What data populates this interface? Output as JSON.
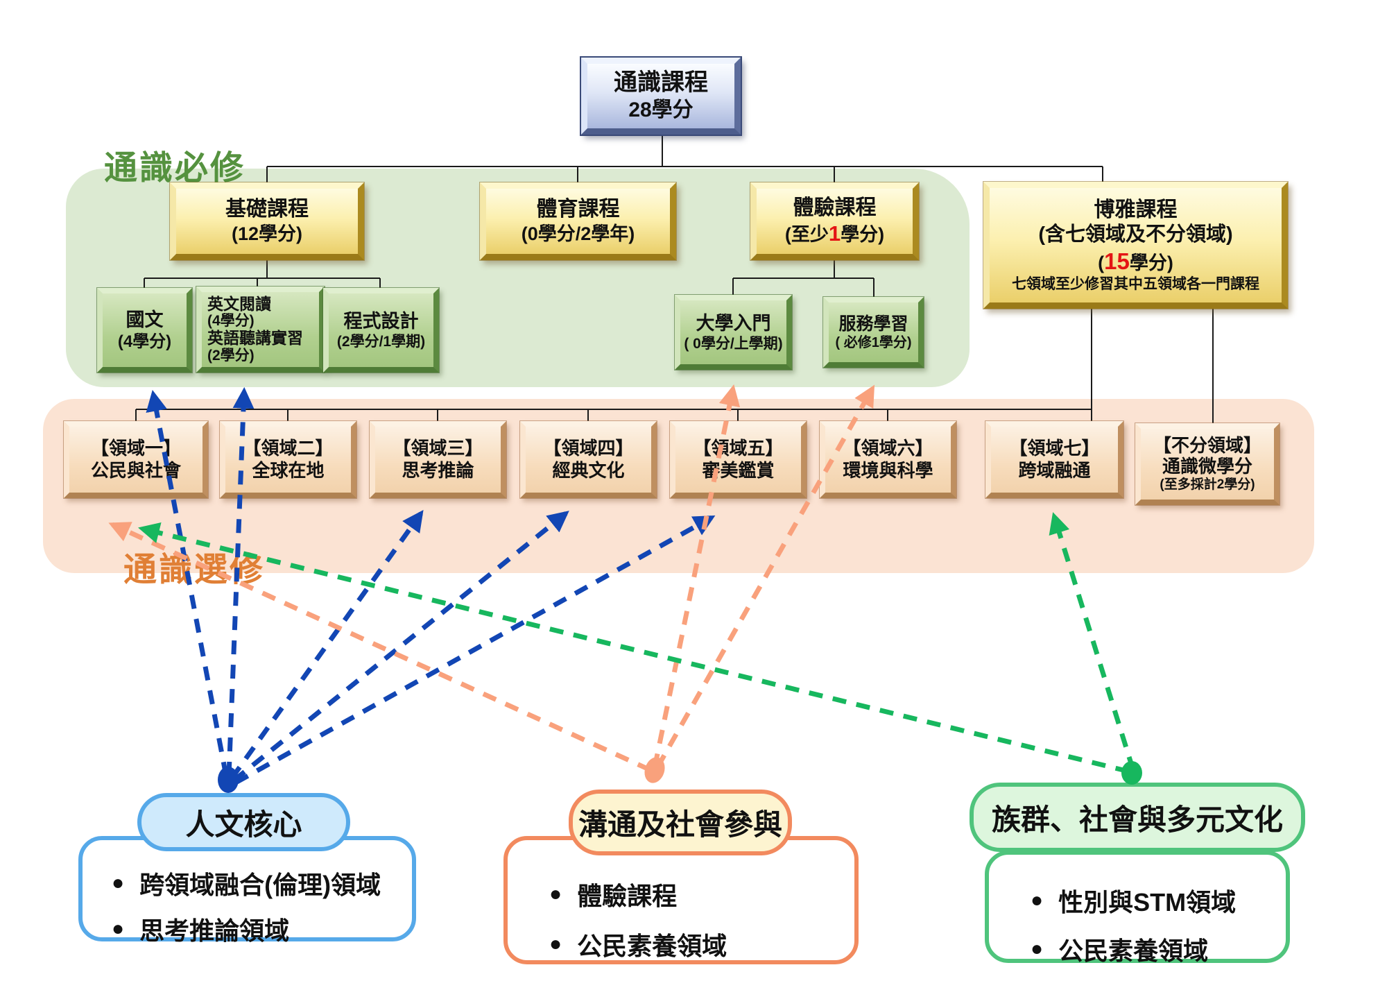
{
  "colors": {
    "required_label": "#55923f",
    "elective_label": "#e07f35",
    "arrow_blue": "#1246b4",
    "arrow_orange": "#f9a17c",
    "arrow_green": "#17b75e",
    "red_accent": "#e41414",
    "required_panel": "#dcead2",
    "elective_panel": "#fbe3d3"
  },
  "root_box": {
    "line1": "通識課程",
    "line2": "28學分"
  },
  "required": {
    "label": "通識必修",
    "basic": {
      "line1": "基礎課程",
      "line2": "(12學分)"
    },
    "pe": {
      "line1": "體育課程",
      "line2": "(0學分/2學年)"
    },
    "experience": {
      "line1": "體驗課程",
      "line2_pre": "(至少",
      "line2_red": "1",
      "line2_post": "學分)"
    },
    "boya": {
      "line1": "博雅課程",
      "line2": "(含七領域及不分領域)",
      "line3_pre": "(",
      "line3_red": "15",
      "line3_post": "學分)",
      "line4": "七領域至少修習其中五領域各一門課程"
    },
    "chinese": {
      "line1": "國文",
      "line2": "(4學分)"
    },
    "english": {
      "line1": "英文閱讀",
      "line2": "(4學分)",
      "line3": "英語聽講實習",
      "line4": "(2學分)"
    },
    "programming": {
      "line1": "程式設計",
      "line2": "(2學分/1學期)"
    },
    "intro": {
      "line1": "大學入門",
      "line2": "( 0學分/上學期)"
    },
    "service": {
      "line1": "服務學習",
      "line2": "( 必修1學分)"
    }
  },
  "elective": {
    "label": "通識選修",
    "domains": [
      {
        "line1": "【領域一】",
        "line2": "公民與社會"
      },
      {
        "line1": "【領域二】",
        "line2": "全球在地"
      },
      {
        "line1": "【領域三】",
        "line2": "思考推論"
      },
      {
        "line1": "【領域四】",
        "line2": "經典文化"
      },
      {
        "line1": "【領域五】",
        "line2": "審美鑑賞"
      },
      {
        "line1": "【領域六】",
        "line2": "環境與科學"
      },
      {
        "line1": "【領域七】",
        "line2": "跨域融通"
      },
      {
        "line1": "【不分領域】",
        "line2": "通識微學分",
        "line3": "(至多採計2學分)"
      }
    ]
  },
  "programs": [
    {
      "title": "人文核心",
      "items": [
        "跨領域融合(倫理)領域",
        "思考推論領域"
      ]
    },
    {
      "title": "溝通及社會參與",
      "items": [
        "體驗課程",
        "公民素養領域"
      ]
    },
    {
      "title": "族群、社會與多元文化",
      "items": [
        "性別與STM領域",
        "公民素養領域"
      ]
    }
  ]
}
